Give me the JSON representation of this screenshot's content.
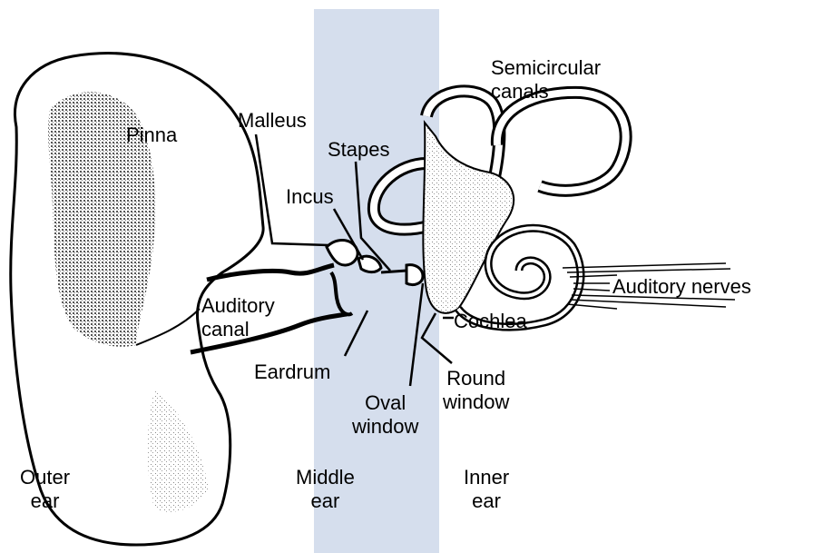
{
  "colors": {
    "middle_band": "#d5deed",
    "ink": "#000000",
    "shade": "#808080"
  },
  "labels": {
    "semicircular_canals": "Semicircular\ncanals",
    "pinna": "Pinna",
    "malleus": "Malleus",
    "stapes": "Stapes",
    "incus": "Incus",
    "auditory_canal": "Auditory\ncanal",
    "auditory_nerves": "Auditory nerves",
    "cochlea": "Cochlea",
    "eardrum": "Eardrum",
    "round_window": "Round\nwindow",
    "oval_window": "Oval\nwindow",
    "outer_ear": "Outer\near",
    "middle_ear": "Middle\near",
    "inner_ear": "Inner\near"
  }
}
